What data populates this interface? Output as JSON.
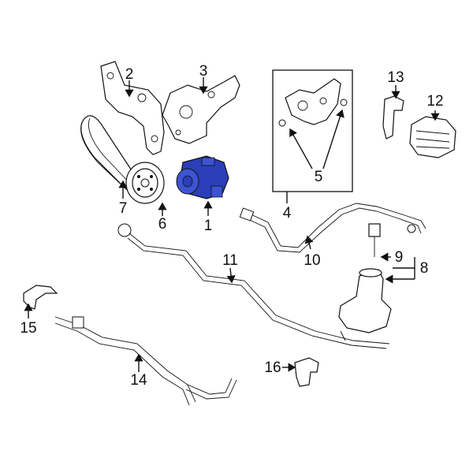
{
  "diagram": {
    "callouts": [
      {
        "id": "c1",
        "text": "1"
      },
      {
        "id": "c2",
        "text": "2"
      },
      {
        "id": "c3",
        "text": "3"
      },
      {
        "id": "c4",
        "text": "4"
      },
      {
        "id": "c5",
        "text": "5"
      },
      {
        "id": "c6",
        "text": "6"
      },
      {
        "id": "c7",
        "text": "7"
      },
      {
        "id": "c8",
        "text": "8"
      },
      {
        "id": "c9",
        "text": "9"
      },
      {
        "id": "c10",
        "text": "10"
      },
      {
        "id": "c11",
        "text": "11"
      },
      {
        "id": "c12",
        "text": "12"
      },
      {
        "id": "c13",
        "text": "13"
      },
      {
        "id": "c14",
        "text": "14"
      },
      {
        "id": "c15",
        "text": "15"
      },
      {
        "id": "c16",
        "text": "16"
      }
    ],
    "highlight_color": "#2a3fb8",
    "line_color": "#111111"
  }
}
